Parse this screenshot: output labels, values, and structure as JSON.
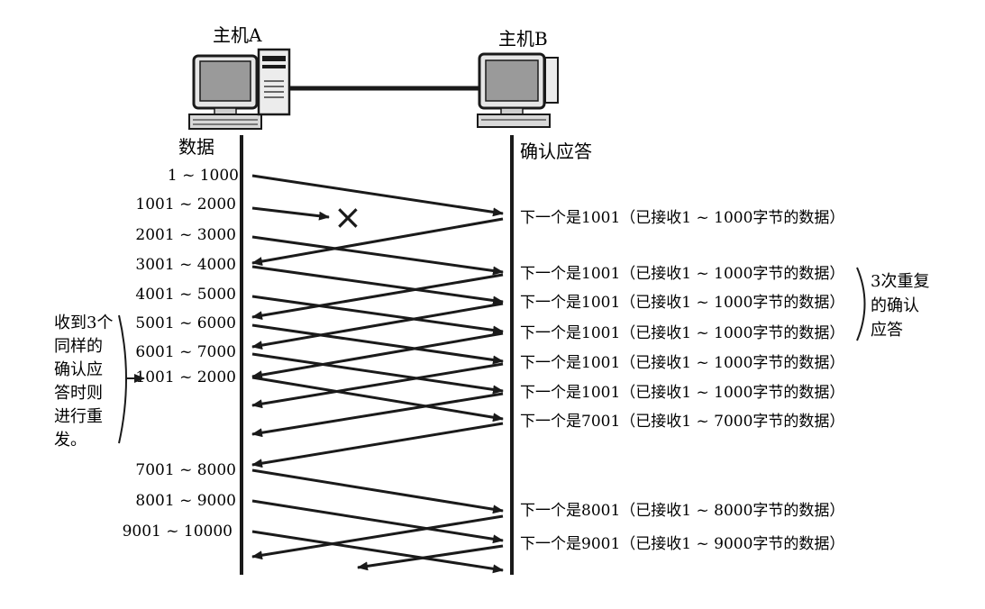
{
  "hosts": {
    "a": {
      "label": "主机A"
    },
    "b": {
      "label": "主机B"
    }
  },
  "columns": {
    "left_heading": "数据",
    "right_heading": "确认应答"
  },
  "segments": [
    "1 ~ 1000",
    "1001 ~ 2000",
    "2001 ~ 3000",
    "3001 ~ 4000",
    "4001 ~ 5000",
    "5001 ~ 6000",
    "6001 ~ 7000",
    "1001 ~ 2000",
    "7001 ~ 8000",
    "8001 ~ 9000",
    "9001 ~ 10000"
  ],
  "acks": [
    "下一个是1001（已接收1 ~ 1000字节的数据）",
    "下一个是1001（已接收1 ~ 1000字节的数据）",
    "下一个是1001（已接收1 ~ 1000字节的数据）",
    "下一个是1001（已接收1 ~ 1000字节的数据）",
    "下一个是1001（已接收1 ~ 1000字节的数据）",
    "下一个是1001（已接收1 ~ 1000字节的数据）",
    "下一个是7001（已接收1 ~ 7000字节的数据）",
    "下一个是8001（已接收1 ~ 8000字节的数据）",
    "下一个是9001（已接收1 ~ 9000字节的数据）"
  ],
  "notes": {
    "left_lines": [
      "收到3个",
      "同样的",
      "确认应",
      "答时则",
      "进行重",
      "发。"
    ],
    "right_lines": [
      "3次重复",
      "的确认",
      "应答"
    ]
  },
  "lost_mark": "×"
}
